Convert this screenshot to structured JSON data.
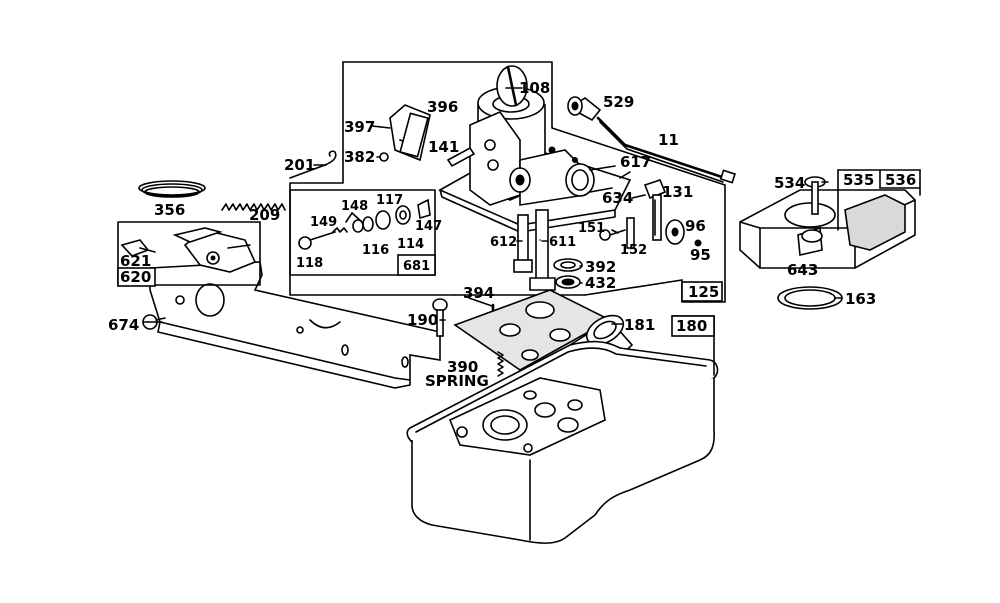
{
  "labels": {
    "p108": "108",
    "p529": "529",
    "p396": "396",
    "p397": "397",
    "p382": "382",
    "p201": "201",
    "p141": "141",
    "p11": "11",
    "p617": "617",
    "p131": "131",
    "p634": "634",
    "p356": "356",
    "p209": "209",
    "p148": "148",
    "p117": "117",
    "p149": "149",
    "p147": "147",
    "p116": "116",
    "p114": "114",
    "p118": "118",
    "p681": "681",
    "p151": "151",
    "p612": "612",
    "p611": "611",
    "p152": "152",
    "p96": "96",
    "p95": "95",
    "p392": "392",
    "p432": "432",
    "p125": "125",
    "p534": "534",
    "p535": "535",
    "p536": "536",
    "p643": "643",
    "p163": "163",
    "p621": "621",
    "p620": "620",
    "p674": "674",
    "p190": "190",
    "p394": "394",
    "p181": "181",
    "p180": "180",
    "p390": "390",
    "spring": "SPRING"
  }
}
